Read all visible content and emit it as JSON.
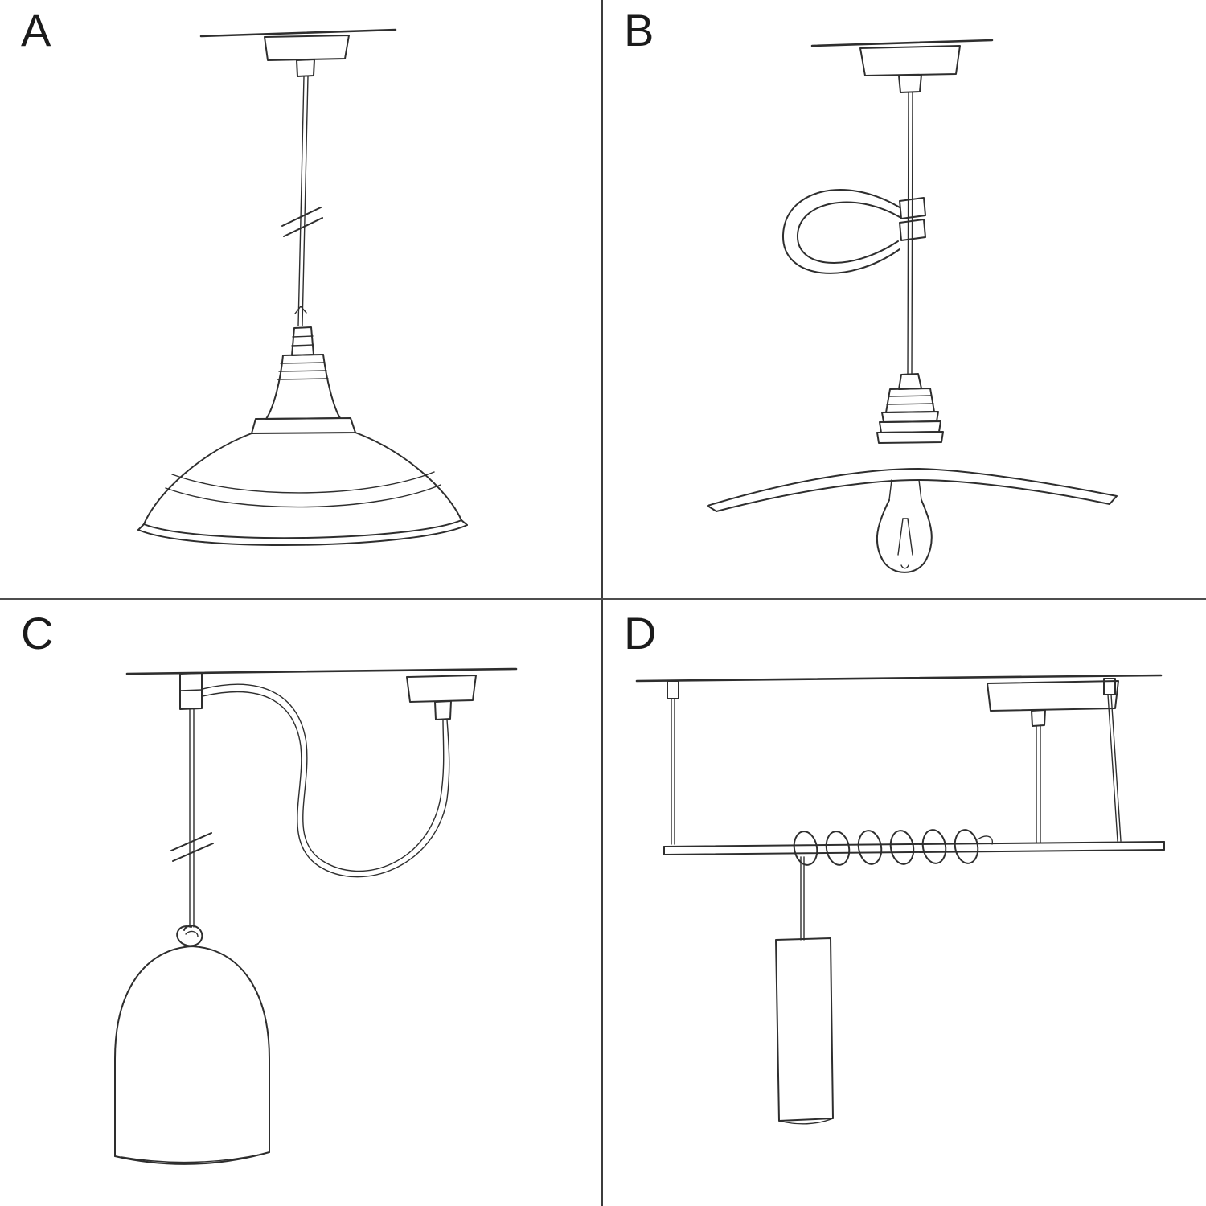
{
  "page": {
    "background_color": "#ffffff",
    "ink_color": "#2e2e2e",
    "divider_color": "#3c3c3c"
  },
  "panels": [
    {
      "label": "A",
      "sketch": "pendant-industrial-shade-sketch"
    },
    {
      "label": "B",
      "sketch": "pendant-plate-shade-exposed-bulb-sketch"
    },
    {
      "label": "C",
      "sketch": "swag-pendant-bell-shade-sketch"
    },
    {
      "label": "D",
      "sketch": "bar-suspension-tube-pendant-sketch"
    }
  ]
}
